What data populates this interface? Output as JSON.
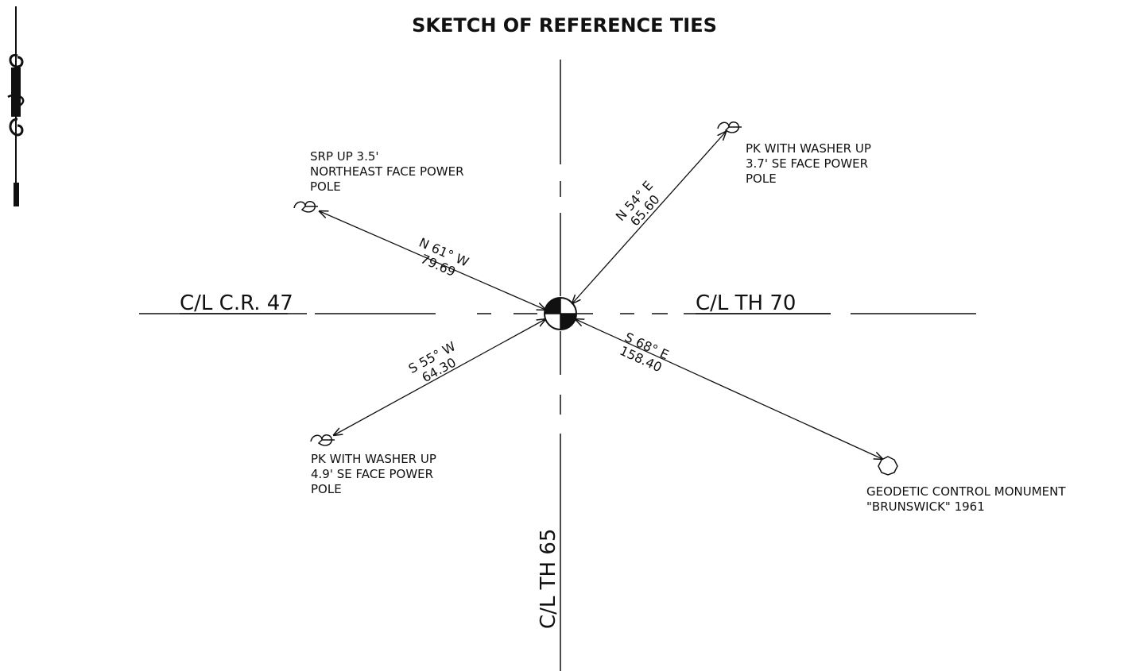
{
  "title": "SKETCH OF REFERENCE TIES",
  "roads": {
    "west": "C/L C.R. 47",
    "east": "C/L TH 70",
    "south": "C/L TH 65"
  },
  "ties": [
    {
      "id": "nw",
      "bearing": "N 61° W",
      "distance": "79.69",
      "note": [
        "SRP UP 3.5'",
        "NORTHEAST FACE POWER",
        "POLE"
      ],
      "marker": "nail-icon"
    },
    {
      "id": "ne",
      "bearing": "N 54° E",
      "distance": "65.60",
      "note": [
        "PK WITH WASHER UP",
        "3.7' SE FACE POWER",
        "POLE"
      ],
      "marker": "nail-icon"
    },
    {
      "id": "sw",
      "bearing": "S 55° W",
      "distance": "64.30",
      "note": [
        "PK WITH WASHER UP",
        "4.9' SE FACE POWER",
        "POLE"
      ],
      "marker": "nail-icon"
    },
    {
      "id": "se",
      "bearing": "S 68° E",
      "distance": "158.40",
      "note": [
        "GEODETIC CONTROL MONUMENT",
        "\"BRUNSWICK\" 1961"
      ],
      "marker": "hexagon-monument-icon"
    }
  ],
  "center_marker": "quartered-circle-icon",
  "north_arrow": "north-arrow-icon",
  "ink_color": "#111111"
}
